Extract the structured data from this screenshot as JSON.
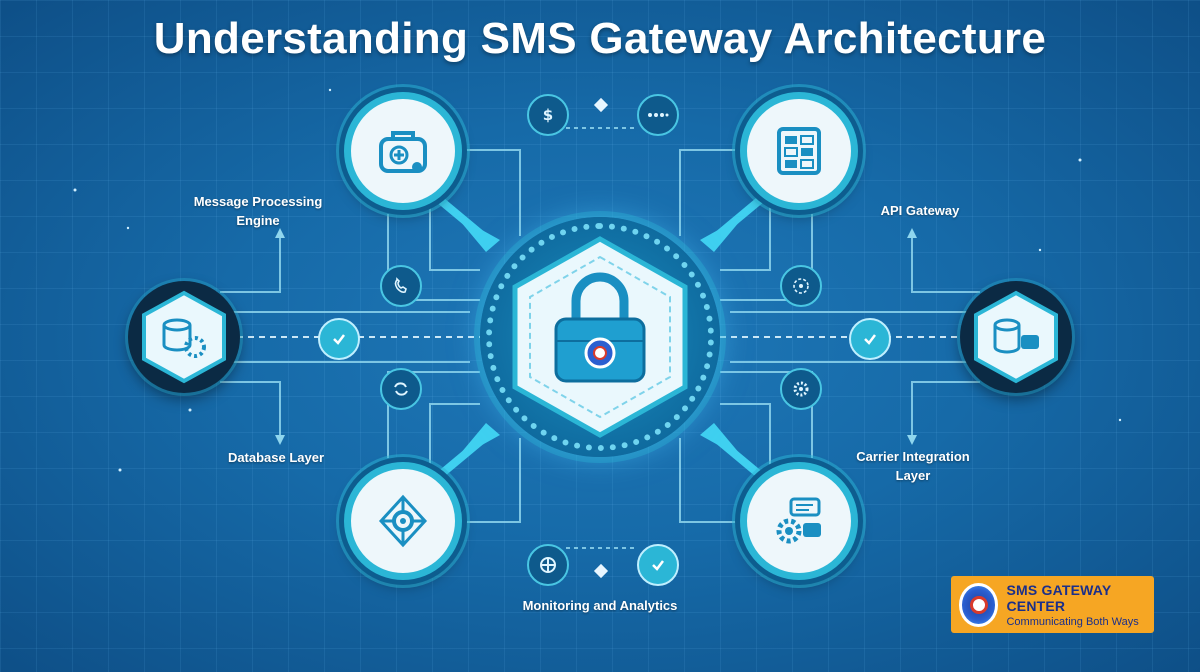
{
  "title": "Understanding SMS Gateway Architecture",
  "components": {
    "message_processing": "Message Processing Engine",
    "api_gateway": "API Gateway",
    "database_layer": "Database Layer",
    "carrier_integration": "Carrier Integration Layer",
    "monitoring": "Monitoring and Analytics"
  },
  "icons": {
    "hub": "secure-database-lock-icon",
    "top_left": "locked-message-bag-icon",
    "top_right": "server-rack-icon",
    "bottom_left": "network-nodes-icon",
    "bottom_right": "carrier-gear-icon",
    "left": "database-gear-icon",
    "right": "database-cloud-icon"
  },
  "colors": {
    "background": "#166aa8",
    "accent": "#2bb6d6",
    "node_fill": "#eef7fb",
    "logo_bg": "#f6a623",
    "logo_text": "#1b2f8a"
  },
  "brand": {
    "name": "SMS GATEWAY CENTER",
    "tagline": "Communicating Both Ways"
  }
}
